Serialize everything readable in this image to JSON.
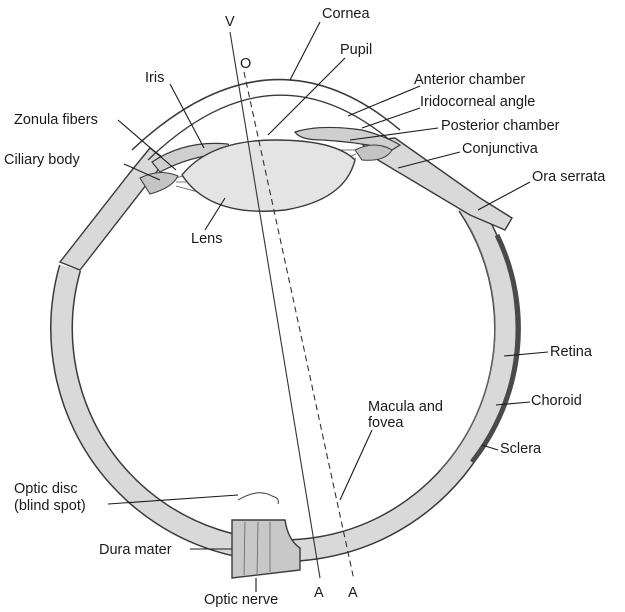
{
  "labels": {
    "v": "V",
    "o": "O",
    "cornea": "Cornea",
    "pupil": "Pupil",
    "iris": "Iris",
    "anterior_chamber": "Anterior chamber",
    "iridocorneal_angle": "Iridocorneal angle",
    "zonula_fibers": "Zonula fibers",
    "posterior_chamber": "Posterior chamber",
    "ciliary_body": "Ciliary body",
    "conjunctiva": "Conjunctiva",
    "ora_serrata": "Ora serrata",
    "lens": "Lens",
    "retina": "Retina",
    "macula_line1": "Macula and",
    "macula_line2": "fovea",
    "choroid": "Choroid",
    "sclera": "Sclera",
    "optic_disc_line1": "Optic disc",
    "optic_disc_line2": "(blind spot)",
    "dura_mater": "Dura mater",
    "optic_nerve": "Optic nerve",
    "a_left": "A",
    "a_right": "A"
  },
  "colors": {
    "sclera_fill": "#d9d9d9",
    "choroid": "#4a4a4a",
    "lens_fill": "#e4e4e4",
    "outline": "#3a3a3a",
    "text": "#1a1a1a"
  }
}
